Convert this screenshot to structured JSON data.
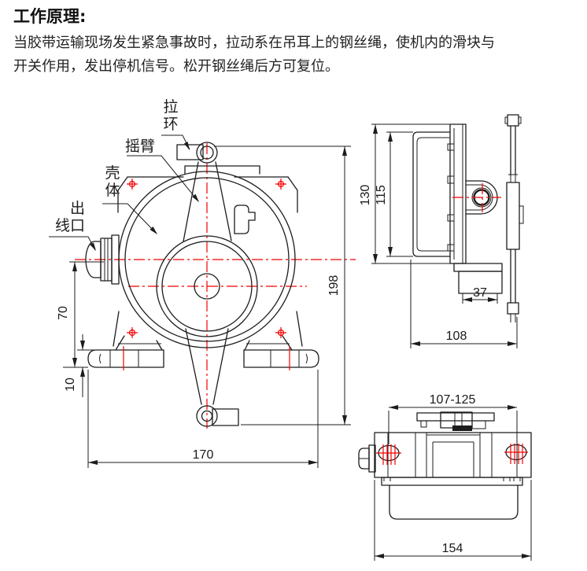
{
  "heading": "工作原理:",
  "paragraph": {
    "text": "当胶带运输现场发生紧急事故时，拉动系在吊耳上的钢丝绳，使机内的滑块与开关作用，发出停机信号。松开钢丝绳后方可复位。",
    "lines": [
      "当胶带运输现场发生紧急事故时，拉动系在吊耳上的钢丝绳，使机内的滑块与",
      "开关作用，发出停机信号。松开钢丝绳后方可复位。"
    ]
  },
  "colors": {
    "line": "#1c1c1c",
    "centerline": "#f40000",
    "text": "#1a1a1a",
    "background": "#ffffff"
  },
  "drawing": {
    "front_view": {
      "labels": {
        "pull_ring": {
          "text": "拉环",
          "lines": [
            "拉",
            "环"
          ]
        },
        "rocker_arm": {
          "text": "摇臂"
        },
        "housing": {
          "text": "壳体",
          "lines": [
            "壳",
            "体"
          ]
        },
        "outlet": {
          "text": "出线口",
          "lines": [
            "出",
            "线口"
          ]
        }
      },
      "dimensions": {
        "total_height": "198",
        "outlet_height": "70",
        "foot_offset": "10",
        "overall_width": "170"
      }
    },
    "side_view": {
      "dimensions": {
        "cover_height": "130",
        "body_height": "115",
        "foot_width": "37",
        "depth": "108"
      }
    },
    "bottom_view": {
      "dimensions": {
        "hole_spacing": "107-125",
        "overall_width": "154"
      }
    }
  }
}
